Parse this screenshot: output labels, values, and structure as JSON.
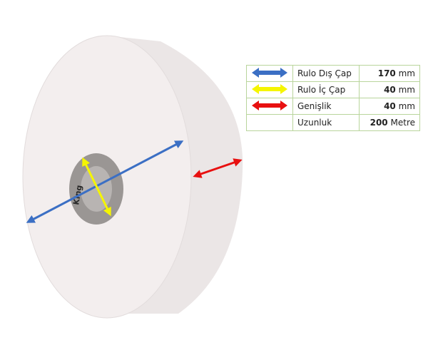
{
  "specs": [
    {
      "arrow_color": "#3b6fc4",
      "label": "Rulo Dış Çap",
      "value": "170",
      "unit": "mm"
    },
    {
      "arrow_color": "#f5f500",
      "label": "Rulo İç Çap",
      "value": "40",
      "unit": "mm"
    },
    {
      "arrow_color": "#e81010",
      "label": "Genişlik",
      "value": "40",
      "unit": "mm"
    },
    {
      "arrow_color": "",
      "label": "Uzunluk",
      "value": "200",
      "unit": "Metre"
    }
  ],
  "core_brand": "King"
}
